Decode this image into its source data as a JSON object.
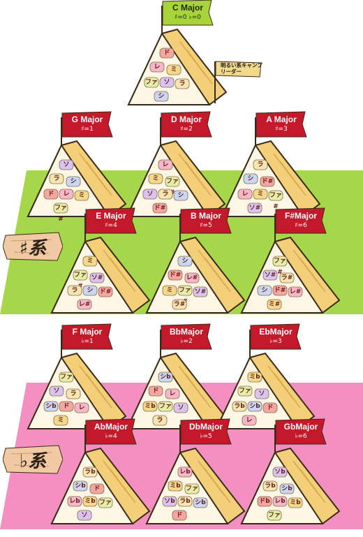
{
  "section_labels": {
    "sharp": "♯系",
    "flat": "♭系"
  },
  "leader_note": {
    "line1": "明るい系キャンプ",
    "line2": "リーダー"
  },
  "colors": {
    "sharp_band": "#a6d64a",
    "flat_band": "#f48fc2",
    "flag_red": "#c4192b",
    "flag_green": "#a8d43a",
    "tent_front": "#fff7e6",
    "tent_side": "#f3cf7a",
    "tent_outline": "#3a2a18",
    "plank": "#f1c9a2"
  },
  "chip_colors": {
    "ド": "#f4a7a0",
    "レ": "#f6b8c8",
    "ミ": "#f3d98a",
    "ファ": "#e4f0a8",
    "ソ": "#d7c5f0",
    "ラ": "#f6e6b2",
    "シ": "#c8d8f4"
  },
  "keys": [
    {
      "name": "C Major",
      "acc": "♯=0 ♭=0",
      "flag": "green",
      "notes": [
        "ド",
        "レ",
        "ミ",
        "ファ",
        "ソ",
        "ラ",
        "シ"
      ],
      "labels": [
        "ド",
        "レ",
        "ミ",
        "ファ",
        "ソ",
        "ラ",
        "シ"
      ]
    },
    {
      "name": "G Major",
      "acc": "♯=1",
      "flag": "red",
      "notes": [
        "ソ",
        "ラ",
        "シ",
        "ド",
        "レ",
        "ミ",
        "ファ"
      ],
      "labels": [
        "ソ",
        "ラ",
        "シ",
        "ド",
        "レ",
        "ミ",
        "ファ#"
      ]
    },
    {
      "name": "D Major",
      "acc": "♯=2",
      "flag": "red",
      "notes": [
        "レ",
        "ミ",
        "ファ",
        "ソ",
        "ラ",
        "シ",
        "ド"
      ],
      "labels": [
        "レ",
        "ミ",
        "ファ#",
        "ソ",
        "ラ",
        "シ",
        "ド#"
      ]
    },
    {
      "name": "A Major",
      "acc": "♯=3",
      "flag": "red",
      "notes": [
        "ラ",
        "シ",
        "ド",
        "レ",
        "ミ",
        "ファ",
        "ソ"
      ],
      "labels": [
        "ラ",
        "シ",
        "ド#",
        "レ",
        "ミ",
        "ファ#",
        "ソ#"
      ]
    },
    {
      "name": "E Major",
      "acc": "♯=4",
      "flag": "red",
      "notes": [
        "ミ",
        "ファ",
        "ソ",
        "ラ",
        "シ",
        "ド",
        "レ"
      ],
      "labels": [
        "ミ",
        "ファ#",
        "ソ#",
        "ラ",
        "シ",
        "ド#",
        "レ#"
      ]
    },
    {
      "name": "B Major",
      "acc": "♯=5",
      "flag": "red",
      "notes": [
        "シ",
        "ド",
        "レ",
        "ミ",
        "ファ",
        "ソ",
        "ラ"
      ],
      "labels": [
        "シ",
        "ド#",
        "レ#",
        "ミ",
        "ファ#",
        "ソ#",
        "ラ#"
      ]
    },
    {
      "name": "F#Major",
      "acc": "♯=6",
      "flag": "red",
      "notes": [
        "ファ",
        "ソ",
        "ラ",
        "シ",
        "ド",
        "レ",
        "ミ"
      ],
      "labels": [
        "ファ#",
        "ソ#",
        "ラ#",
        "シ",
        "ド#",
        "レ#",
        "ミ#"
      ]
    },
    {
      "name": "F Major",
      "acc": "♭=1",
      "flag": "red",
      "notes": [
        "ファ",
        "ソ",
        "ラ",
        "シ",
        "ド",
        "レ",
        "ミ"
      ],
      "labels": [
        "ファ",
        "ソ",
        "ラ",
        "シb",
        "ド",
        "レ",
        "ミ"
      ]
    },
    {
      "name": "BbMajor",
      "acc": "♭=2",
      "flag": "red",
      "notes": [
        "シ",
        "ド",
        "レ",
        "ミ",
        "ファ",
        "ソ",
        "ラ"
      ],
      "labels": [
        "シb",
        "ド",
        "レ",
        "ミb",
        "ファ",
        "ソ",
        "ラ"
      ]
    },
    {
      "name": "EbMajor",
      "acc": "♭=3",
      "flag": "red",
      "notes": [
        "ミ",
        "ファ",
        "ソ",
        "ラ",
        "シ",
        "ド",
        "レ"
      ],
      "labels": [
        "ミb",
        "ファ",
        "ソ",
        "ラb",
        "シb",
        "ド",
        "レ"
      ]
    },
    {
      "name": "AbMajor",
      "acc": "♭=4",
      "flag": "red",
      "notes": [
        "ラ",
        "シ",
        "ド",
        "レ",
        "ミ",
        "ファ",
        "ソ"
      ],
      "labels": [
        "ラb",
        "シb",
        "ド",
        "レb",
        "ミb",
        "ファ",
        "ソ"
      ]
    },
    {
      "name": "DbMajor",
      "acc": "♭=5",
      "flag": "red",
      "notes": [
        "レ",
        "ミ",
        "ファ",
        "ソ",
        "ラ",
        "シ",
        "ド"
      ],
      "labels": [
        "レb",
        "ミb",
        "ファ",
        "ソb",
        "ラb",
        "シb",
        "ド"
      ]
    },
    {
      "name": "GbMajor",
      "acc": "♭=6",
      "flag": "red",
      "notes": [
        "ソ",
        "ラ",
        "シ",
        "ド",
        "レ",
        "ミ",
        "ファ"
      ],
      "labels": [
        "ソb",
        "ラb",
        "シb",
        "ドb",
        "レb",
        "ミb",
        "ファ"
      ]
    }
  ]
}
